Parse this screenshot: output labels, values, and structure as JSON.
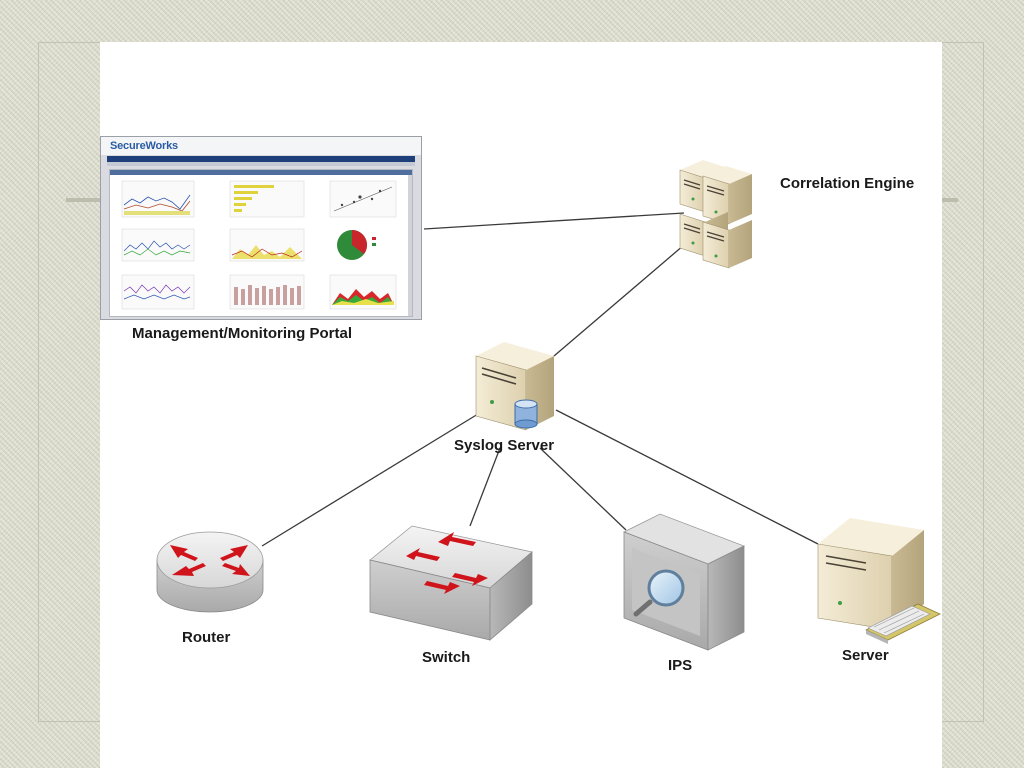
{
  "diagram": {
    "nodes": {
      "correlation_engine": {
        "label": "Correlation Engine"
      },
      "portal": {
        "label": "Management/Monitoring Portal",
        "screenshot_logo": "SecureWorks"
      },
      "syslog_server": {
        "label": "Syslog Server"
      },
      "router": {
        "label": "Router"
      },
      "switch": {
        "label": "Switch"
      },
      "ips": {
        "label": "IPS"
      },
      "server": {
        "label": "Server"
      }
    },
    "edges": [
      {
        "from": "portal",
        "to": "correlation_engine"
      },
      {
        "from": "syslog_server",
        "to": "correlation_engine"
      },
      {
        "from": "syslog_server",
        "to": "router"
      },
      {
        "from": "syslog_server",
        "to": "switch"
      },
      {
        "from": "syslog_server",
        "to": "ips"
      },
      {
        "from": "syslog_server",
        "to": "server"
      }
    ]
  },
  "colors": {
    "server_beige": "#e7dcc0",
    "arrow_red": "#d0141b",
    "device_gray": "#d8d8d8",
    "connector_line": "#3a3a3a",
    "portal_nav_blue": "#1f3f7a"
  }
}
